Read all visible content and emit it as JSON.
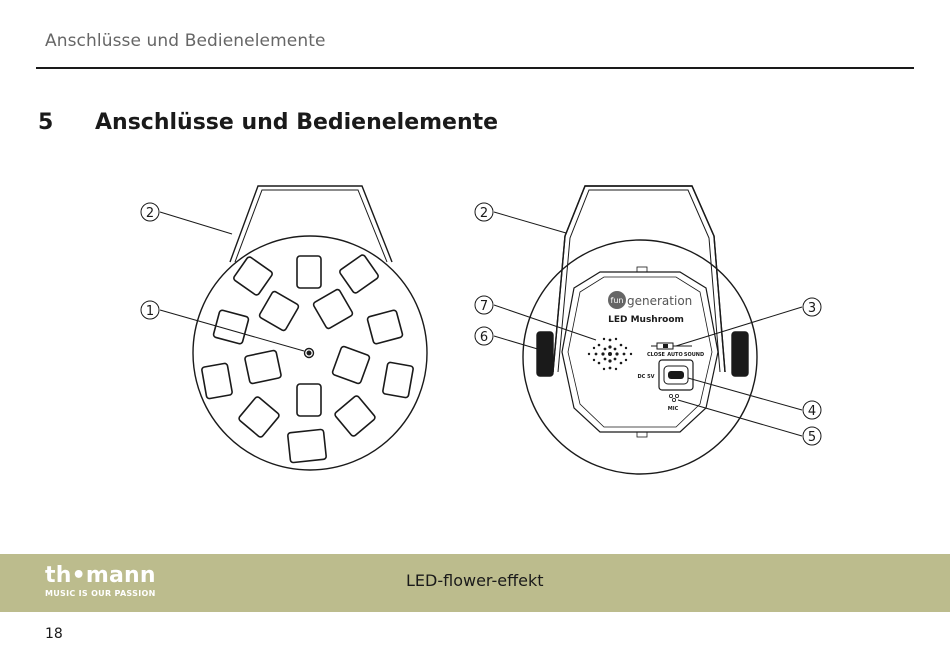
{
  "header": {
    "running_title": "Anschlüsse und Bedienelemente"
  },
  "section": {
    "number": "5",
    "title": "Anschlüsse und Bedienelemente"
  },
  "figure": {
    "callouts": [
      "1",
      "2",
      "2",
      "3",
      "4",
      "5",
      "6",
      "7"
    ],
    "device_labels": {
      "brand_prefix": "fun",
      "brand_suffix": "generation",
      "model": "LED Mushroom",
      "switch_close": "CLOSE",
      "switch_auto": "AUTO",
      "switch_sound": "SOUND",
      "power_label": "DC 5V",
      "mic_label": "MIC"
    }
  },
  "footer": {
    "brand": "th•mann",
    "tagline": "MUSIC IS OUR PASSION",
    "product": "LED-flower-effekt",
    "colors": {
      "band": "#bcbc8d"
    }
  },
  "page": {
    "number": "18"
  }
}
